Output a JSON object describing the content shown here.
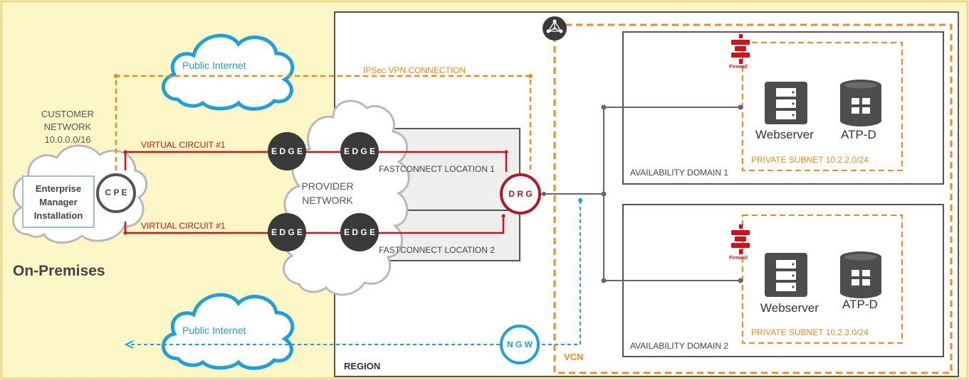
{
  "on_prem": {
    "title": "On-Premises",
    "customer_network": [
      "CUSTOMER",
      "NETWORK",
      "10.0.0.0/16"
    ],
    "em_box": [
      "Enterprise",
      "Manager",
      "Installation"
    ],
    "cpe": "C P E"
  },
  "internet": {
    "top_label": "Public Internet",
    "bottom_label": "Public Internet",
    "ipsec_label": "IPSec VPN CONNECTION"
  },
  "circuits": {
    "top_label": "VIRTUAL CIRCUIT #1",
    "bottom_label": "VIRTUAL CIRCUIT #1"
  },
  "provider": {
    "label": [
      "PROVIDER",
      "NETWORK"
    ],
    "edge_label": "E D G E",
    "fastconnect_1": "FASTCONNECT LOCATION 1",
    "fastconnect_2": "FASTCONNECT LOCATION 2"
  },
  "region": {
    "label": "REGION",
    "drg": "D R G",
    "ngw": "N G W",
    "vcn": "VCN"
  },
  "ad1": {
    "label": "AVAILABILITY DOMAIN 1",
    "subnet": "PRIVATE SUBNET 10.2.2.0/24",
    "firewall": "Firewall",
    "webserver": "Webserver",
    "db": "ATP-D"
  },
  "ad2": {
    "label": "AVAILABILITY DOMAIN 2",
    "subnet": "PRIVATE SUBNET 10.2.3.0/24",
    "firewall": "Firewall",
    "webserver": "Webserver",
    "db": "ATP-D"
  },
  "colors": {
    "background": "#fdf6c6",
    "orange": "#f08a1c",
    "red": "#d0121b",
    "blue": "#1ea0dc",
    "edge": "#3a3a3a",
    "drg": "#b0182b"
  },
  "icons": [
    "cloud-icon",
    "firewall-icon",
    "server-icon",
    "database-icon",
    "vcn-icon"
  ]
}
